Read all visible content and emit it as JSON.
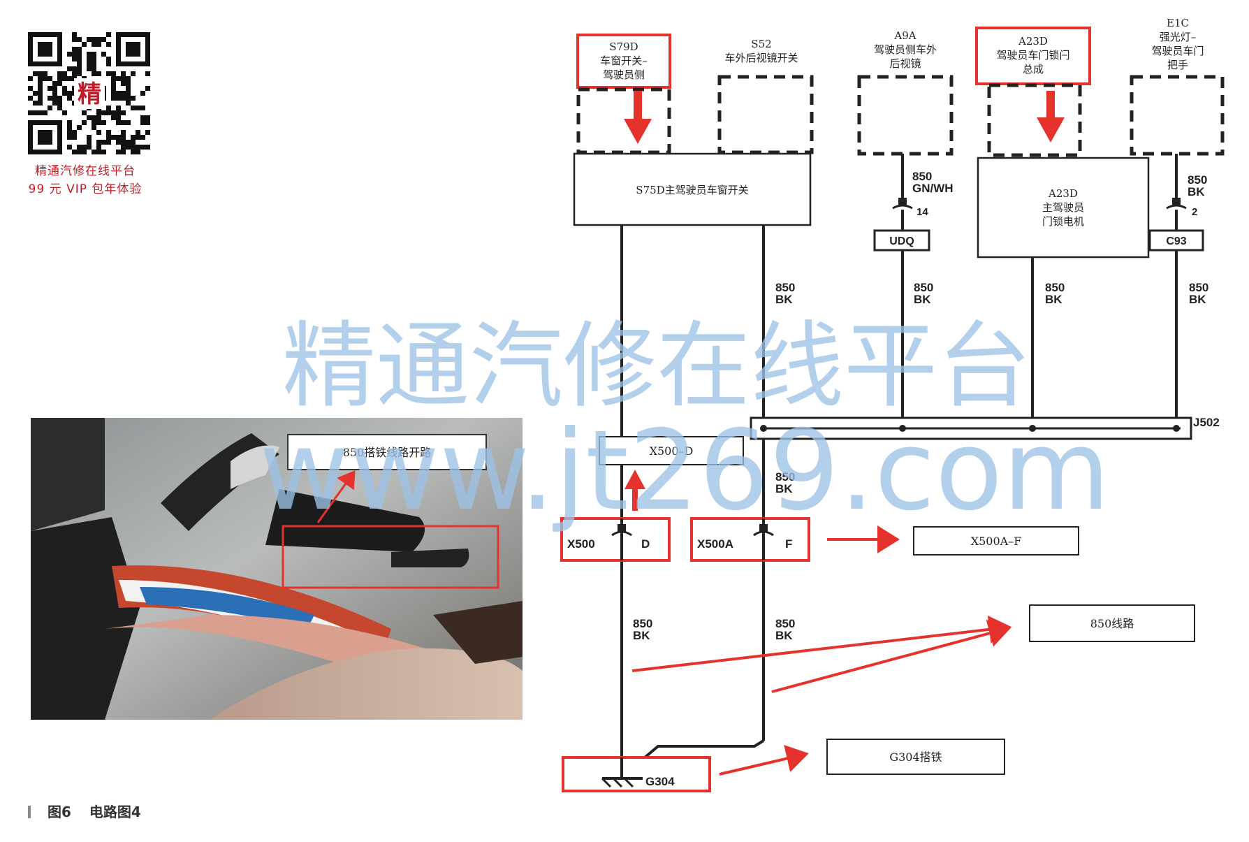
{
  "qr": {
    "center_glyph": "精",
    "caption_line1": "精通汽修在线平台",
    "caption_line2": "99 元 VIP 包年体验"
  },
  "watermark": {
    "line1": "精通汽修在线平台",
    "line2": "www.jt269.com"
  },
  "photo": {
    "callout": "850搭铁线路开路"
  },
  "components": {
    "s79d": {
      "code": "S79D",
      "line1": "车窗开关–",
      "line2": "驾驶员侧"
    },
    "s52": {
      "code": "S52",
      "line1": "车外后视镜开关"
    },
    "a9a": {
      "code": "A9A",
      "line1": "驾驶员侧车外",
      "line2": "后视镜"
    },
    "a23d_top": {
      "code": "A23D",
      "line1": "驾驶员车门锁闩",
      "line2": "总成"
    },
    "e1c": {
      "code": "E1C",
      "line1": "强光灯–",
      "line2": "驾驶员车门",
      "line3": "把手"
    },
    "s75d": {
      "label": "S75D主驾驶员车窗开关"
    },
    "a23d_box": {
      "code": "A23D",
      "line1": "主驾驶员",
      "line2": "门锁电机"
    }
  },
  "wires": {
    "a9a_wire": {
      "gauge": "850",
      "color": "GN/WH"
    },
    "e1c_wire": {
      "gauge": "850",
      "color": "BK"
    },
    "s52_wire": {
      "gauge": "850",
      "color": "BK"
    },
    "udq_wire": {
      "gauge": "850",
      "color": "BK"
    },
    "a23d_wire": {
      "gauge": "850",
      "color": "BK"
    },
    "c93_wire": {
      "gauge": "850",
      "color": "BK"
    },
    "x500d_up_wire": {
      "gauge": "850",
      "color": "BK"
    },
    "left_lower_wire": {
      "gauge": "850",
      "color": "BK"
    },
    "right_lower_wire": {
      "gauge": "850",
      "color": "BK"
    }
  },
  "connectors": {
    "udq": {
      "name": "UDQ",
      "pin": "14"
    },
    "c93": {
      "name": "C93",
      "pin": "2"
    },
    "x500": {
      "name": "X500",
      "pin": "D"
    },
    "x500a": {
      "name": "X500A",
      "pin": "F"
    },
    "j502": {
      "name": "J502"
    },
    "g304": {
      "name": "G304"
    }
  },
  "annotations": {
    "x500d": "X500–D",
    "x500af": "X500A–F",
    "line850": "850线路",
    "g304": "G304搭铁"
  },
  "caption": {
    "figure": "图6",
    "title": "电路图4"
  },
  "colors": {
    "highlight_red": "#e5322d",
    "wire_black": "#222222",
    "watermark_blue": "#9cc1e6",
    "qr_red": "#c01c28"
  }
}
